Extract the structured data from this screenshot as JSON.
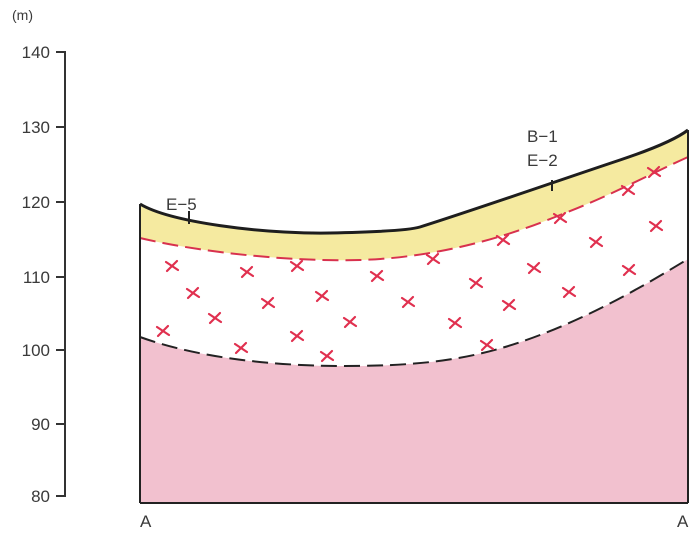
{
  "y_axis": {
    "unit": "(m)",
    "ticks": [
      "140",
      "130",
      "120",
      "110",
      "100",
      "90",
      "80"
    ]
  },
  "x_axis": {
    "left_label": "A",
    "right_label": "A"
  },
  "boreholes": {
    "left": "E−5",
    "right_top": "B−1",
    "right_bottom": "E−2"
  },
  "colors": {
    "surface_layer": "#f5eaa0",
    "bedrock": "#f2c1cf",
    "weathered_zone": "#ffffff",
    "weathered_mark": "#e0304f",
    "upper_boundary": "#d8314e",
    "lower_boundary": "#222222",
    "ground_line": "#1e1e1e"
  }
}
